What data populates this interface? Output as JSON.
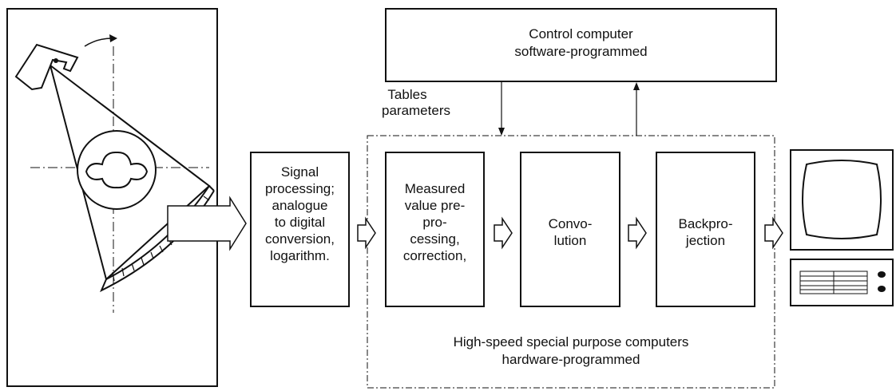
{
  "control_box": {
    "line1": "Control computer",
    "line2": "software-programmed"
  },
  "tables_label": {
    "line1": "Tables",
    "line2": "parameters"
  },
  "blocks": {
    "signal": "Signal\nprocessing;\nanalogue\nto digital\nconversion,\nlogarithm.",
    "measured": "Measured\nvalue pre-\npro-\ncessing,\ncorrection,",
    "convolution": "Convo-\nlution",
    "backprojection": "Backpro-\njection"
  },
  "hardware_label": {
    "line1": "High-speed special purpose computers",
    "line2": "hardware-programmed"
  }
}
